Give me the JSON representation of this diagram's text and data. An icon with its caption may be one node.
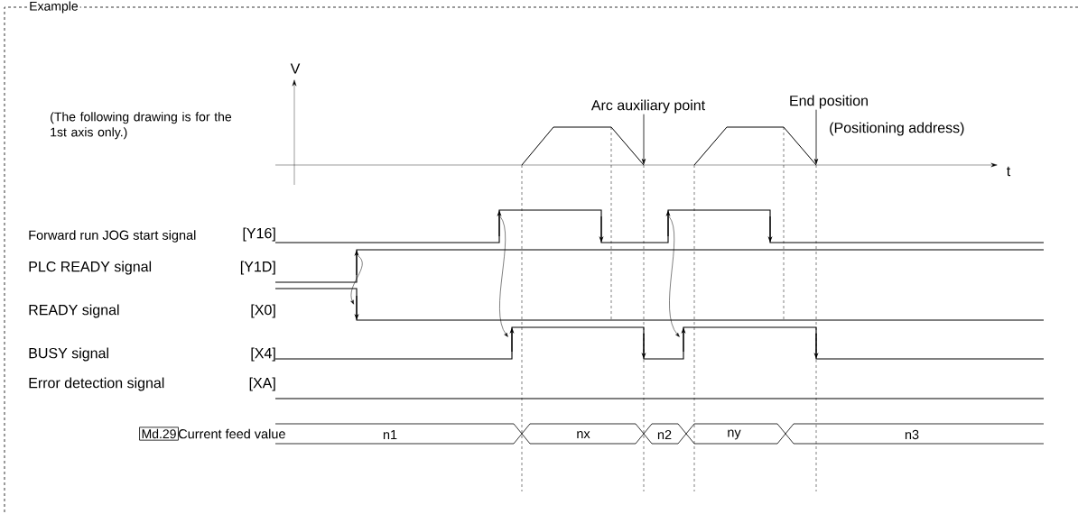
{
  "diagram": {
    "title": "Example",
    "nodes": [
      {
        "text": [
          "Arc auxiliary point"
        ]
      },
      {
        "text": [
          "End position"
        ]
      },
      {
        "text": [
          "Md.29"
        ]
      }
    ],
    "edges": [
      {
        "from": 0,
        "to": null,
        "arrow": "to"
      },
      {
        "from": 1,
        "to": null,
        "arrow": "to"
      }
    ],
    "labels": [
      "V",
      "(The following drawing is for the 1st axis only.)",
      "(Positioning address)",
      "t",
      "Forward run JOG start signal",
      "[Y16]",
      "PLC READY signal",
      "[Y1D]",
      "READY signal",
      "[X0]",
      "BUSY signal",
      "[X4]",
      "Error detection signal",
      "[XA]",
      "Current feed value",
      "n1",
      "nx",
      "n2",
      "ny",
      "n3"
    ]
  }
}
